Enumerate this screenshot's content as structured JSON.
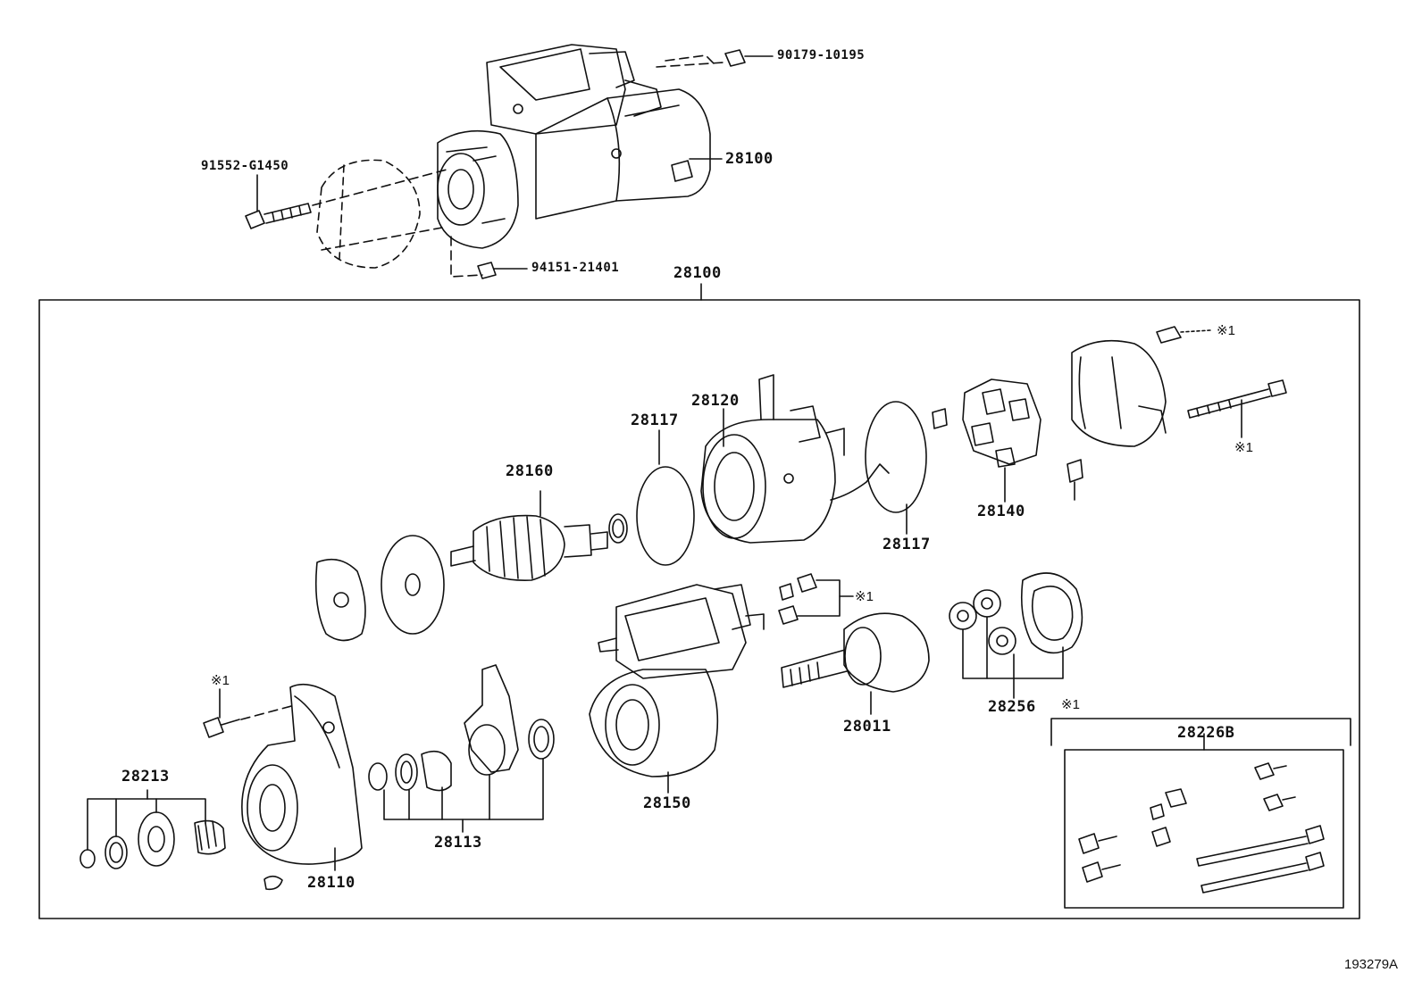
{
  "diagram": {
    "top_parts": {
      "nut": "90179-10195",
      "bolt": "91552-G1450",
      "starter_assy": "28100",
      "nut_lower": "94151-21401"
    },
    "box_title": "28100",
    "parts": {
      "armature": "28160",
      "o_ring_front": "28117",
      "yoke": "28120",
      "o_ring_rear": "28117",
      "brush_holder": "28140",
      "starter_clutch": "28011",
      "planetary_gears": "28256",
      "housing": "28150",
      "pinion_kit": "28213",
      "drive_housing": "28110",
      "lever_kit": "28113",
      "bolt_kit": "28226B"
    },
    "notes": {
      "screw_rear_mark": "※1",
      "through_bolt_mark": "※1",
      "nuts_mark": "※1",
      "drive_bolt_mark": "※1",
      "kit_mark": "※1"
    },
    "figure_id": "193279A"
  }
}
